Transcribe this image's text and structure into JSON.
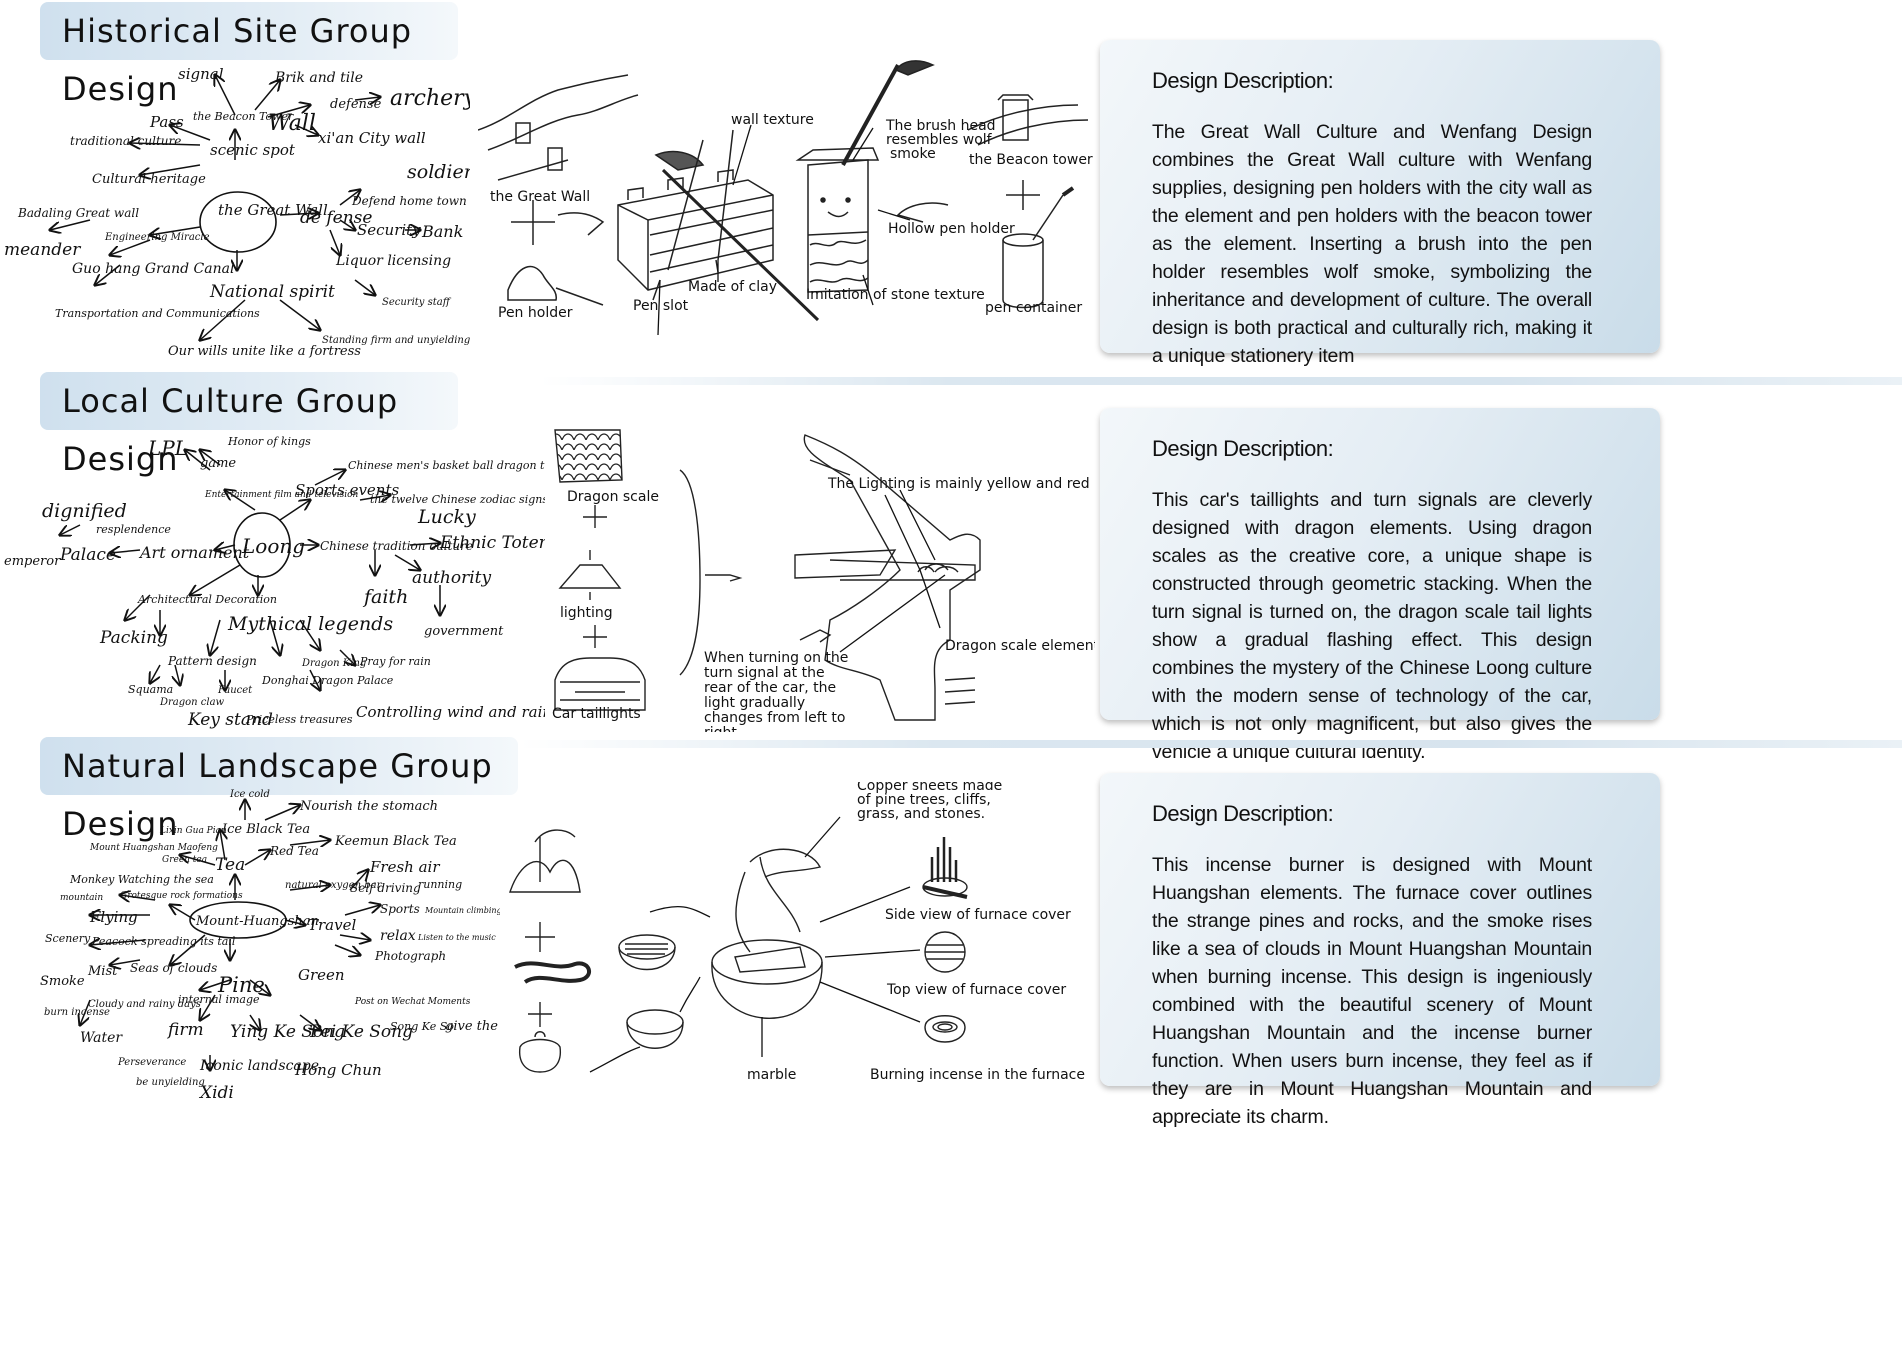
{
  "sections": [
    {
      "title": "Historical Site Group Design",
      "description_heading": "Design Description:",
      "description": "The Great Wall Culture and Wenfang Design combines the Great Wall culture with Wenfang supplies, designing pen holders with the city wall as the element and pen holders with the beacon tower as the element. Inserting a brush into the pen holder resembles wolf smoke, symbolizing the inheritance and development of culture. The overall design is both practical and culturally rich, making it a unique stationery item",
      "mindmap": [
        "signal",
        "Brik and tile",
        "the Beacon Tower",
        "Wall",
        "defense",
        "archery",
        "Pass",
        "traditional culture",
        "scenic spot",
        "xi'an City wall",
        "soldier",
        "Cultural heritage",
        "Defend home town",
        "Badaling Great wall",
        "the Great Wall",
        "de fense",
        "Security",
        "Bank",
        "Engineering Miracle",
        "meander",
        "Guo hang Grand Canal",
        "Liquor licensing",
        "Security staff",
        "National spirit",
        "Transportation and Communications",
        "Our wills unite like a fortress",
        "Standing firm and unyielding"
      ],
      "sketch_labels": [
        "the Great Wall",
        "wall texture",
        "Pen holder",
        "Pen slot",
        "Made of clay",
        "The brush head resembles wolf smoke",
        "the Beacon tower",
        "Hollow pen holder",
        "Imitation of stone texture",
        "pen container"
      ]
    },
    {
      "title": "Local Culture Group Design",
      "description_heading": "Design Description:",
      "description": "This car's taillights and turn signals are cleverly designed with dragon elements. Using dragon scales as the creative core, a unique shape is constructed through geometric stacking. When the turn signal is turned on, the dragon scale tail lights show a gradual flashing effect. This design combines the mystery of the Chinese Loong culture with the modern sense of technology of the car, which is not only magnificent, but also gives the vehicle a unique cultural identity.",
      "mindmap": [
        "LPL",
        "Honor of kings",
        "game",
        "Chinese men's basket ball dragon team",
        "Entertainment film and television",
        "Sports events",
        "the twelve Chinese zodiac signs",
        "dignified",
        "resplendence",
        "Lucky",
        "emperor",
        "Palace",
        "Art ornament",
        "Loong",
        "Chinese tradition culture",
        "Ethnic Totem",
        "Architectural Decoration",
        "faith",
        "authority",
        "Packing",
        "Mythical legends",
        "government",
        "Pattern design",
        "Dragon King",
        "Pray for rain",
        "Squama",
        "Faucet",
        "Donghai Dragon Palace",
        "Dragon claw",
        "Key stand",
        "Priceless treasures",
        "Controlling wind and rain"
      ],
      "sketch_labels": [
        "Dragon scale",
        "lighting",
        "Car taillights",
        "The Lighting is mainly yellow and red",
        "Dragon scale element",
        "When turning on the turn signal at the rear of the car, the light gradually changes from left to right"
      ]
    },
    {
      "title": "Natural Landscape Group Design",
      "description_heading": "Design Description:",
      "description": "This incense burner is designed with Mount Huangshan elements. The furnace cover outlines the strange pines and rocks, and the smoke rises like a sea of clouds in Mount Huangshan Mountain when burning incense. This design is ingeniously combined with the beautiful scenery of Mount Huangshan Mountain and the incense burner function. When users burn incense, they feel as if they are in Mount Huangshan Mountain and appreciate its charm.",
      "mindmap": [
        "Ice cold",
        "Nourish the stomach",
        "Lixin Gua Pian",
        "Ice Black Tea",
        "Mount Huangshan Maofeng",
        "Red Tea",
        "Keemun Black Tea",
        "Green tea",
        "Tea",
        "Fresh air",
        "Monkey Watching the sea",
        "natural oxygen bar",
        "Self driving",
        "running",
        "mountain",
        "Grotesque rock formations",
        "Sports",
        "Mountain climbing",
        "Flying",
        "Mount-Huangshan",
        "Travel",
        "relax",
        "Listen to the music",
        "Scenery",
        "Peacock spreading its tail",
        "Photograph",
        "Smoke",
        "Mist",
        "Seas of clouds",
        "Pine",
        "Green",
        "burn incense",
        "Cloudy and rainy days",
        "internal image",
        "Post on Wechat Moments",
        "Water",
        "firm",
        "Ying Ke Song",
        "Pei Ke Song",
        "Song Ke So",
        "give the thumbs-up",
        "Perseverance",
        "be unyielding",
        "Iconic landscape",
        "Hong Chun",
        "Xidi"
      ],
      "sketch_labels": [
        "Copper sheets made of pine trees, cliffs, grass, and stones.",
        "Side view of furnace cover",
        "Top view of furnace cover",
        "marble",
        "Burning incense in the furnace"
      ]
    }
  ]
}
